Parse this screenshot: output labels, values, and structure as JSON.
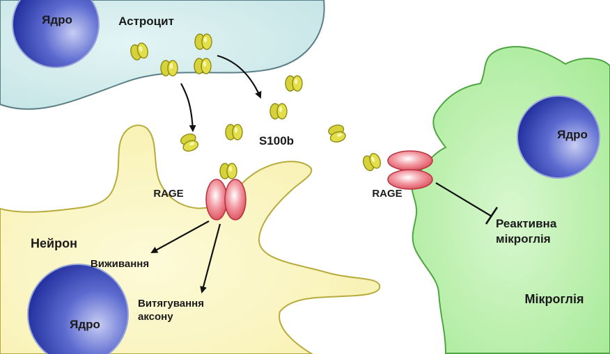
{
  "astrocyte": {
    "label": "Астроцит",
    "nucleus_label": "Ядро"
  },
  "microglia": {
    "label": "Мікроглія",
    "nucleus_label": "Ядро"
  },
  "neuron": {
    "label": "Нейрон",
    "nucleus_label": "Ядро"
  },
  "molecule": {
    "label": "S100b"
  },
  "receptors": {
    "neuron_label": "RAGE",
    "microglia_label": "RAGE"
  },
  "effects": {
    "survival": "Виживання",
    "axon_growth_line1": "Витягування",
    "axon_growth_line2": "аксону",
    "reactive_line1": "Реактивна",
    "reactive_line2": "мікроглія"
  },
  "colors": {
    "astrocyte_fill": "#cfe9ea",
    "microglia_fill": "#bff0b3",
    "neuron_fill": "#fbf5bd",
    "nucleus_core": "#2e3fb0",
    "receptor_fill": "#e86b78",
    "s100b_fill": "#d8d63a"
  }
}
